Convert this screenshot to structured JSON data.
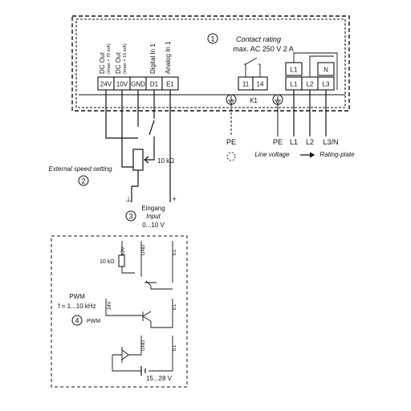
{
  "terminals": {
    "left": [
      "24V",
      "10V",
      "GND",
      "D1",
      "E1"
    ],
    "relay": [
      "11",
      "14"
    ],
    "mains_lower": [
      "L1",
      "L2",
      "L3"
    ],
    "mains_upper": [
      "L1",
      "N"
    ]
  },
  "column_labels": {
    "dc_out_1": "DC Out",
    "dc_out_1_sub": "(Imax = 70 mA)",
    "dc_out_2": "DC Out",
    "dc_out_2_sub": "(Imax = 10 mA)",
    "digital_in": "Digital In 1",
    "analog_in": "Analog In 1"
  },
  "labels": {
    "marker_1": "1",
    "contact_rating": "Contact rating",
    "contact_rating_value": "max. AC 250 V 2 A",
    "relay_name": "K1",
    "pe_1": "PE",
    "pe_2": "PE",
    "l1": "L1",
    "l2": "L2",
    "l3n": "L3/N",
    "line_voltage": "Line voltage",
    "rating_plate": "Rating-plate",
    "pot_value": "10 kΩ",
    "external_speed": "External speed setting",
    "marker_2": "2",
    "marker_3": "3",
    "eingang": "Eingang",
    "input": "Input",
    "input_range": "0...10 V",
    "minus": "⊥",
    "plus": "+",
    "pwm": "PWM",
    "pwm_freq": "f = 1...10 kHz",
    "marker_4": "4",
    "pwm_small": "PWM",
    "d_10v": "10V",
    "d_gnd_1": "GND",
    "d_e1_1": "E1",
    "d_res": "10 kΩ",
    "d_24v": "24V",
    "d_e1_2": "E1",
    "d_gnd_2": "GND",
    "d_e1_3": "E1",
    "d_voltage": "15...28 V"
  }
}
